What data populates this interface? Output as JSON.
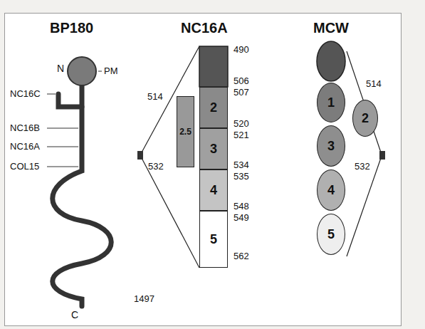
{
  "diagram": {
    "nodes": [
      {
        "text": [
          "2"
        ]
      },
      {
        "text": [
          "3"
        ]
      },
      {
        "text": [
          "4"
        ]
      },
      {
        "text": [
          "5"
        ]
      },
      {
        "text": [
          "2.5"
        ]
      },
      {
        "text": [
          "1"
        ]
      },
      {
        "text": [
          "3"
        ]
      },
      {
        "text": [
          "4"
        ]
      },
      {
        "text": [
          "5"
        ]
      },
      {
        "text": [
          "2"
        ]
      }
    ],
    "labels": [
      "BP180",
      "NC16A",
      "MCW",
      "N",
      "PM",
      "NC16C",
      "NC16B",
      "NC16A",
      "COL15",
      "1497",
      "C",
      "514",
      "532",
      "490",
      "506",
      "507",
      "520",
      "521",
      "534",
      "535",
      "548",
      "549",
      "562",
      "514",
      "532"
    ]
  }
}
